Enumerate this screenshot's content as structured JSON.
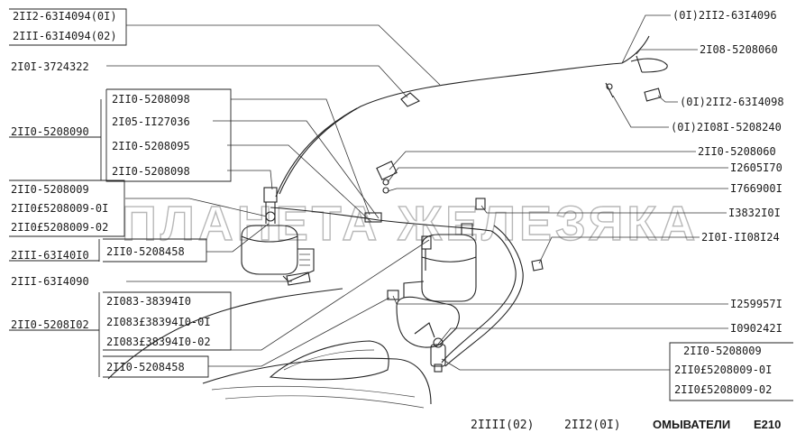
{
  "labels": {
    "l1": "2II2-63I4094(0I)",
    "l2": "2III-63I4094(02)",
    "l3": "2I0I-3724322",
    "l4": "2II0-5208098",
    "l5": "2II0-5208090",
    "l6": "2I05-II27036",
    "l7": "2II0-5208095",
    "l8": "2II0-5208098",
    "l9": "2II0-5208009",
    "l10": "2II0£5208009-0I",
    "l11": "2II0£5208009-02",
    "l12": "2II0-5208458",
    "l13": "2III-63I40I0",
    "l14": "2III-63I4090",
    "l15": "2II0-5208I02",
    "l16": "2I083-38394I0",
    "l17": "2I083£38394I0-0I",
    "l18": "2I083£38394I0-02",
    "l19": "2II0-5208458",
    "r1": "(0I)2II2-63I4096",
    "r2": "2I08-5208060",
    "r3": "(0I)2II2-63I4098",
    "r4": "(0I)2I08I-5208240",
    "r5": "2II0-5208060",
    "r6": "I2605I70",
    "r7": "I766900I",
    "r8": "I3832I0I",
    "r9": "2I0I-II08I24",
    "r10": "I259957I",
    "r11": "I090242I",
    "r12": "2II0-5208009",
    "r13": "2II0£5208009-0I",
    "r14": "2II0£5208009-02"
  },
  "watermark": "ПЛАНЕТА ЖЕЛЕЗЯКА",
  "footer": {
    "models_1": "2IIII(02)",
    "models_2": "2II2(0I)",
    "title": "ОМЫВАТЕЛИ",
    "code": "E210"
  }
}
